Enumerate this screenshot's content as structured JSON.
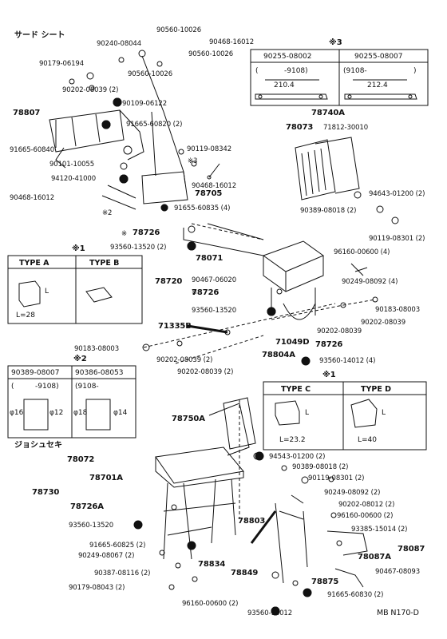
{
  "sections": {
    "third_seat": "サード シート",
    "jump_seat": "ジョシュセキ"
  },
  "notes": {
    "n1": "※1",
    "n2": "※2",
    "n3": "※3",
    "note_sym": "※",
    "n1b": "※1",
    "n2mark": "※2",
    "n3mark": "※3"
  },
  "footer": "MB N170-D",
  "top_labels": [
    "90560-10026",
    "90468-16012",
    "90240-08044",
    "90560-10026",
    "90179-06194",
    "90560-10026",
    "90202-08039 (2)",
    "90109-06122",
    "78807",
    "91665-60820 (2)",
    "91665-60840",
    "90119-08342",
    "90101-10055",
    "94120-41000",
    "90468-16012",
    "90468-16012",
    "78705",
    "91655-60835 (4)"
  ],
  "table3": {
    "h1": "90255-08002",
    "h2": "90255-08007",
    "r1": "-9108)",
    "r2": "(9108-",
    "v1": "210.4",
    "v2": "212.4",
    "p1": "(",
    "p2": ")"
  },
  "mid_labels": {
    "p78740a": "78740A",
    "p78073": "78073",
    "p71812": "71812-30010",
    "p94643": "94643-01200 (2)",
    "p90389": "90389-08018 (2)",
    "p90119": "90119-08301 (2)",
    "p78726": "78726",
    "p93560a": "93560-13520 (2)",
    "p78071": "78071",
    "p96160": "96160-00600 (4)",
    "p78720": "78720",
    "p90467": "90467-06020",
    "p78726b": "78726",
    "p90249": "90249-08092 (4)",
    "p93560b": "93560-13520",
    "p90183": "90183-08003",
    "p90202a": "90202-08039",
    "p90202b": "90202-08039",
    "p71335": "71335B",
    "p71049": "71049D",
    "p78726c": "78726",
    "p90183b": "90183-08003",
    "p78804": "78804A",
    "p93560c": "93560-14012 (4)",
    "p90202c": "90202-08039 (2)",
    "p90202d": "90202-08039 (2)"
  },
  "typeAB": {
    "a": "TYPE A",
    "b": "TYPE B",
    "l": "L",
    "val": "L=28"
  },
  "table2": {
    "h1": "90389-08007",
    "h2": "90386-08053",
    "r1": "-9108)",
    "r2": "(9108-",
    "p1": "(",
    "d1": "φ16",
    "d2": "φ12",
    "d3": "φ18",
    "d4": "φ14"
  },
  "typeCD": {
    "c": "TYPE C",
    "d": "TYPE D",
    "l1": "L",
    "l2": "L",
    "v1": "L=23.2",
    "v2": "L=40"
  },
  "bottom_labels": {
    "p78750a": "78750A",
    "p78072": "78072",
    "p94543": "94543-01200 (2)",
    "p90389": "90389-08018 (2)",
    "p78701a": "78701A",
    "p90119": "90119-08301 (2)",
    "p78730": "78730",
    "p90249": "90249-08092 (2)",
    "p78726a": "78726A",
    "p90202": "90202-08012 (2)",
    "p96160": "96160-00600 (2)",
    "p93560": "93560-13520",
    "p78803": "78803",
    "p93385": "93385-15014 (2)",
    "p91665": "91665-60825 (2)",
    "p78087a": "78087A",
    "p78087": "78087",
    "p90249b": "90249-08067 (2)",
    "p78834": "78834",
    "p90467": "90467-08093",
    "p90387": "90387-08116 (2)",
    "p90179": "90179-08043 (2)",
    "p78849": "78849",
    "p78875": "78875",
    "p96160b": "96160-00600 (2)",
    "p91665b": "91665-60830 (2)",
    "p93560b": "93560-14012"
  }
}
